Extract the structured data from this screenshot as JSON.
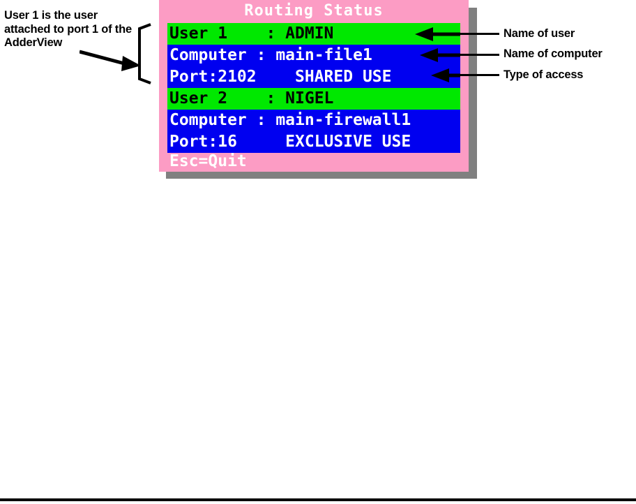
{
  "annotations": {
    "left_note": "User 1 is the user attached to port 1 of the AdderView",
    "right_labels": [
      {
        "id": "name-of-user",
        "text": "Name of user"
      },
      {
        "id": "name-of-computer",
        "text": "Name of computer"
      },
      {
        "id": "type-of-access",
        "text": "Type of access"
      }
    ]
  },
  "osd": {
    "title": "Routing Status",
    "footer": "Esc=Quit",
    "colors": {
      "panel_background": "#fc9cc4",
      "shadow": "#808080",
      "user_row_background": "#00e800",
      "user_row_text": "#000000",
      "detail_row_background": "#0000f0",
      "detail_row_text": "#ffffff",
      "title_text": "#ffffff",
      "annotation_text": "#000000"
    },
    "entries": [
      {
        "user_label": "User 1",
        "user_separator": ":",
        "user_name": "ADMIN",
        "computer_label": "Computer",
        "computer_separator": ":",
        "computer_name": "main-file1",
        "port_label": "Port:2102",
        "access_type": "SHARED USE",
        "user_line": "User 1    : ADMIN",
        "computer_line": "Computer : main-file1",
        "port_line": "Port:2102    SHARED USE"
      },
      {
        "user_label": "User 2",
        "user_separator": ":",
        "user_name": "NIGEL",
        "computer_label": "Computer",
        "computer_separator": ":",
        "computer_name": "main-firewall1",
        "port_label": "Port:16",
        "access_type": "EXCLUSIVE USE",
        "user_line": "User 2    : NIGEL",
        "computer_line": "Computer : main-firewall1",
        "port_line": "Port:16     EXCLUSIVE USE"
      }
    ]
  }
}
